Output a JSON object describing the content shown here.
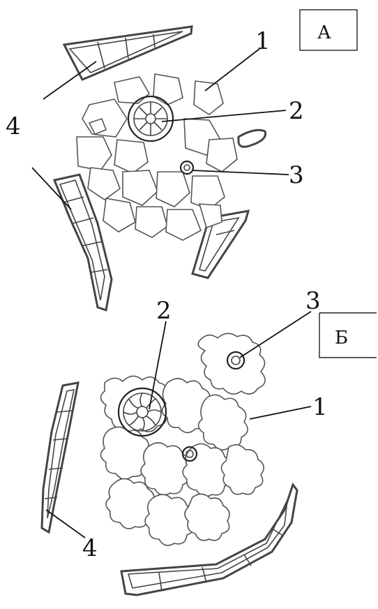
{
  "panels": {
    "a": {
      "label": "А",
      "callouts": [
        "1",
        "2",
        "3",
        "4"
      ]
    },
    "b": {
      "label": "Б",
      "callouts": [
        "1",
        "2",
        "3",
        "4"
      ]
    }
  }
}
